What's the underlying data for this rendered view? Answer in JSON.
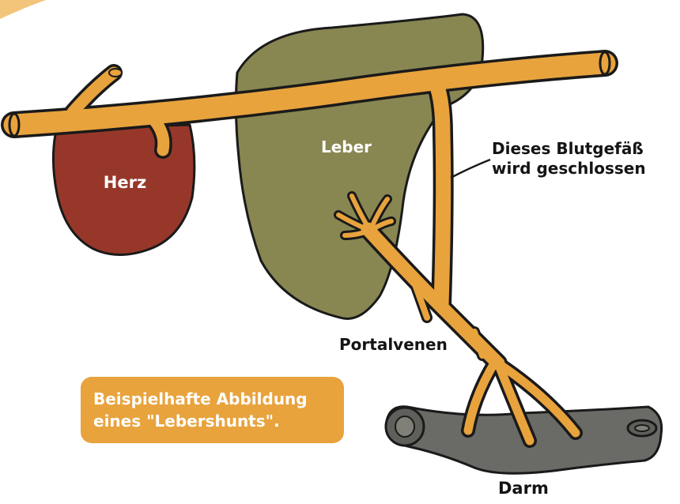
{
  "labels": {
    "heart": "Herz",
    "liver": "Leber",
    "closed_vessel": "Dieses Blutgefäß\nwird geschlossen",
    "portal_veins": "Portalvenen",
    "intestine": "Darm"
  },
  "caption": "Beispielhafte Abbildung\neines \"Lebershunts\".",
  "colors": {
    "heart": "#97372a",
    "liver": "#888752",
    "vessel": "#e8a33d",
    "intestine": "#6a6a66",
    "outline": "#1a1a1a",
    "caption_bg": "#e8a33d",
    "label_text": "#141414"
  }
}
